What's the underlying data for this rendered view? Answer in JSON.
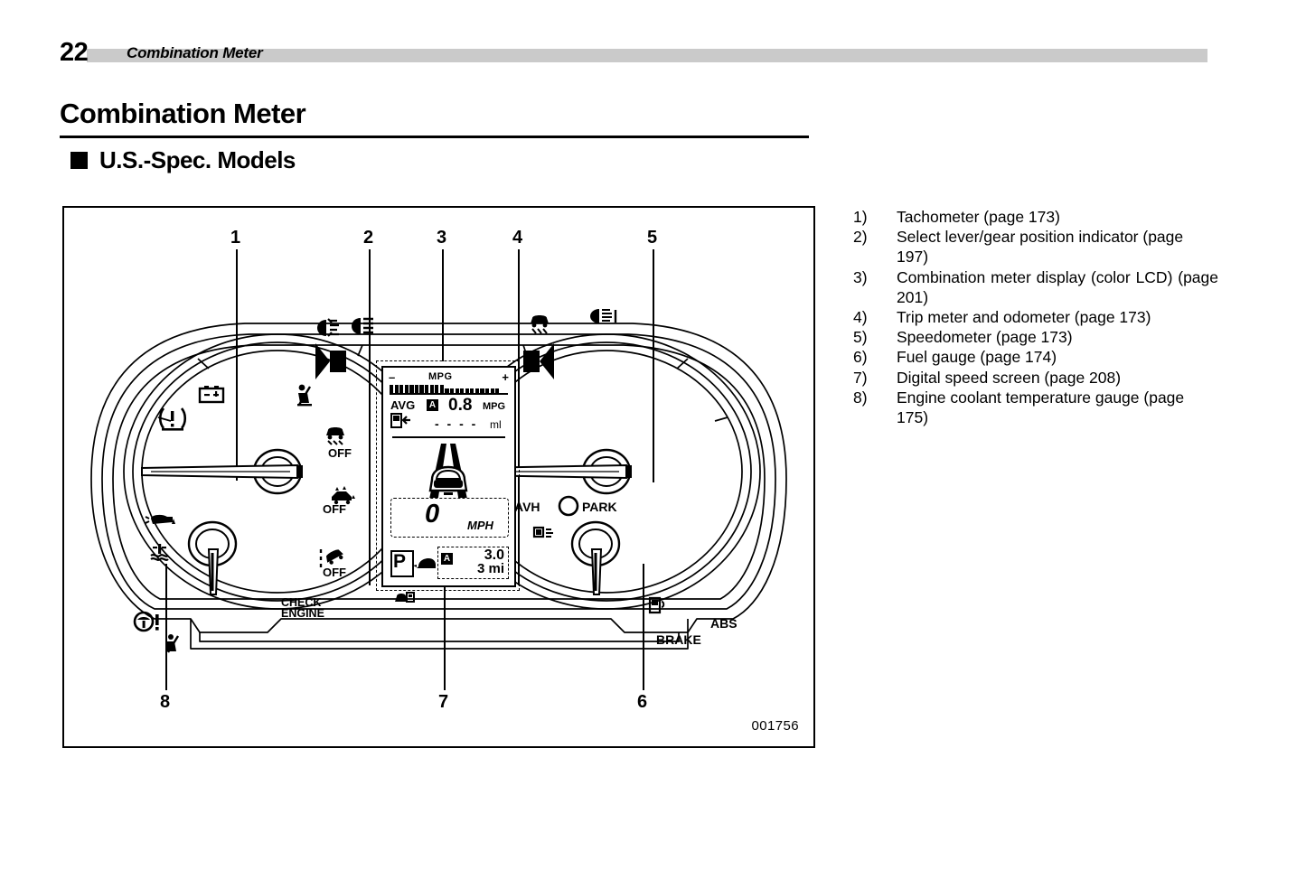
{
  "header": {
    "page_number": "22",
    "title": "Combination Meter"
  },
  "section": {
    "title": "Combination Meter",
    "subsection_title": "U.S.-Spec. Models"
  },
  "figure": {
    "id": "001756",
    "callouts": [
      "1",
      "2",
      "3",
      "4",
      "5",
      "6",
      "7",
      "8"
    ],
    "lcd": {
      "mpg_label": "MPG",
      "mpg_minus": "–",
      "mpg_plus": "+",
      "avg_label": "AVG",
      "avg_badge": "A",
      "avg_value": "0.8",
      "avg_unit": "MPG",
      "range_value": "- - - -",
      "range_unit": "ml",
      "speed_value": "0",
      "speed_unit": "MPH",
      "gear": "P",
      "trip_badge": "A",
      "trip_value": "3.0",
      "odometer_value": "3 mi"
    },
    "indicators": {
      "avh": "AVH",
      "park": "PARK",
      "abs": "ABS",
      "brake": "BRAKE",
      "check_engine_line1": "CHECK",
      "check_engine_line2": "ENGINE",
      "vdc_off": "OFF",
      "traction_off": "OFF",
      "hill_off": "OFF"
    }
  },
  "legend": {
    "items": [
      {
        "num": "1)",
        "text": "Tachometer (page 173)",
        "justify": false
      },
      {
        "num": "2)",
        "text": "Select lever/gear position indicator (page 197)",
        "justify": false
      },
      {
        "num": "3)",
        "text": "Combination meter display (color LCD) (page 201)",
        "justify": true
      },
      {
        "num": "4)",
        "text": "Trip meter and odometer (page 173)",
        "justify": false
      },
      {
        "num": "5)",
        "text": "Speedometer (page 173)",
        "justify": false
      },
      {
        "num": "6)",
        "text": "Fuel gauge (page 174)",
        "justify": false
      },
      {
        "num": "7)",
        "text": "Digital speed screen (page 208)",
        "justify": false
      },
      {
        "num": "8)",
        "text": "Engine coolant temperature gauge (page 175)",
        "justify": false
      }
    ]
  }
}
